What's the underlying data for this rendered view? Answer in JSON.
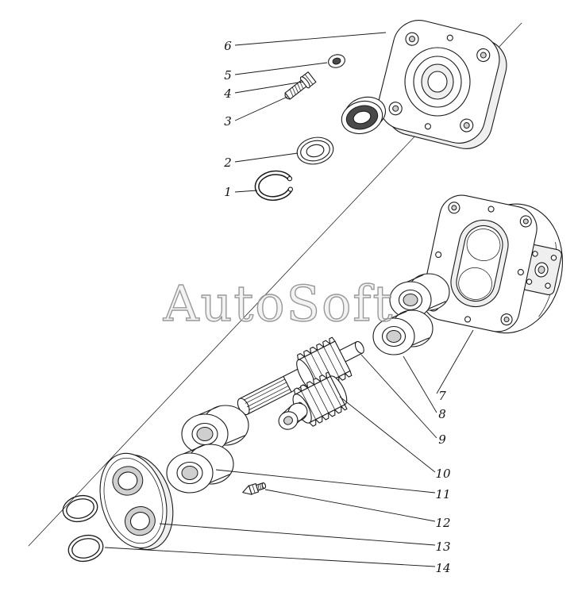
{
  "colors": {
    "ink": "#1a1a1a",
    "watermark_stroke": "#8f8f8f",
    "background": "#ffffff"
  },
  "watermark": {
    "text": "AutoSoft"
  },
  "callouts": [
    {
      "label": "1"
    },
    {
      "label": "2"
    },
    {
      "label": "3"
    },
    {
      "label": "4"
    },
    {
      "label": "5"
    },
    {
      "label": "6"
    },
    {
      "label": "7"
    },
    {
      "label": "8"
    },
    {
      "label": "9"
    },
    {
      "label": "10"
    },
    {
      "label": "11"
    },
    {
      "label": "12"
    },
    {
      "label": "13"
    },
    {
      "label": "14"
    }
  ]
}
